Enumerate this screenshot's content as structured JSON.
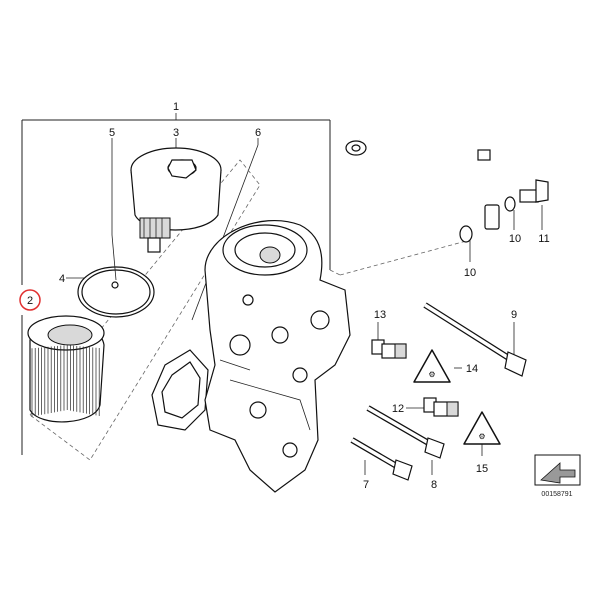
{
  "callouts": {
    "c1": "1",
    "c2": "2",
    "c3": "3",
    "c4": "4",
    "c5": "5",
    "c6": "6",
    "c7": "7",
    "c8": "8",
    "c9": "9",
    "c10a": "10",
    "c10b": "10",
    "c11": "11",
    "c12": "12",
    "c13": "13",
    "c14": "14",
    "c15": "15"
  },
  "highlight_color": "#e03030",
  "doc_number": "00158791",
  "icons": [
    "warning-triangle-icon",
    "direction-arrow-icon"
  ]
}
